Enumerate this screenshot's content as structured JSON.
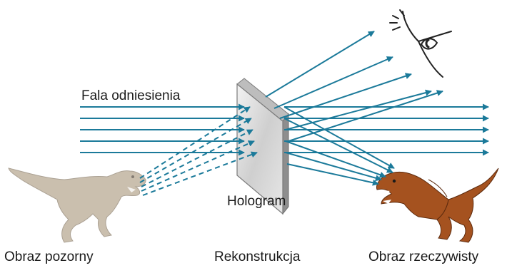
{
  "labels": {
    "reference_wave": "Fala odniesienia",
    "hologram": "Hologram",
    "virtual_image": "Obraz pozorny",
    "reconstruction": "Rekonstrukcja",
    "real_image": "Obraz rzeczywisty"
  },
  "colors": {
    "ray": "#1b7a9a",
    "plate_face": "#d8d8d8",
    "plate_edge": "#7a7a7a",
    "virtual_dino": "#b9aa94",
    "real_dino": "#a5521f",
    "text": "#1a1a1a"
  },
  "icons": [
    "eye-icon",
    "virtual-dinosaur-icon",
    "real-dinosaur-icon"
  ]
}
